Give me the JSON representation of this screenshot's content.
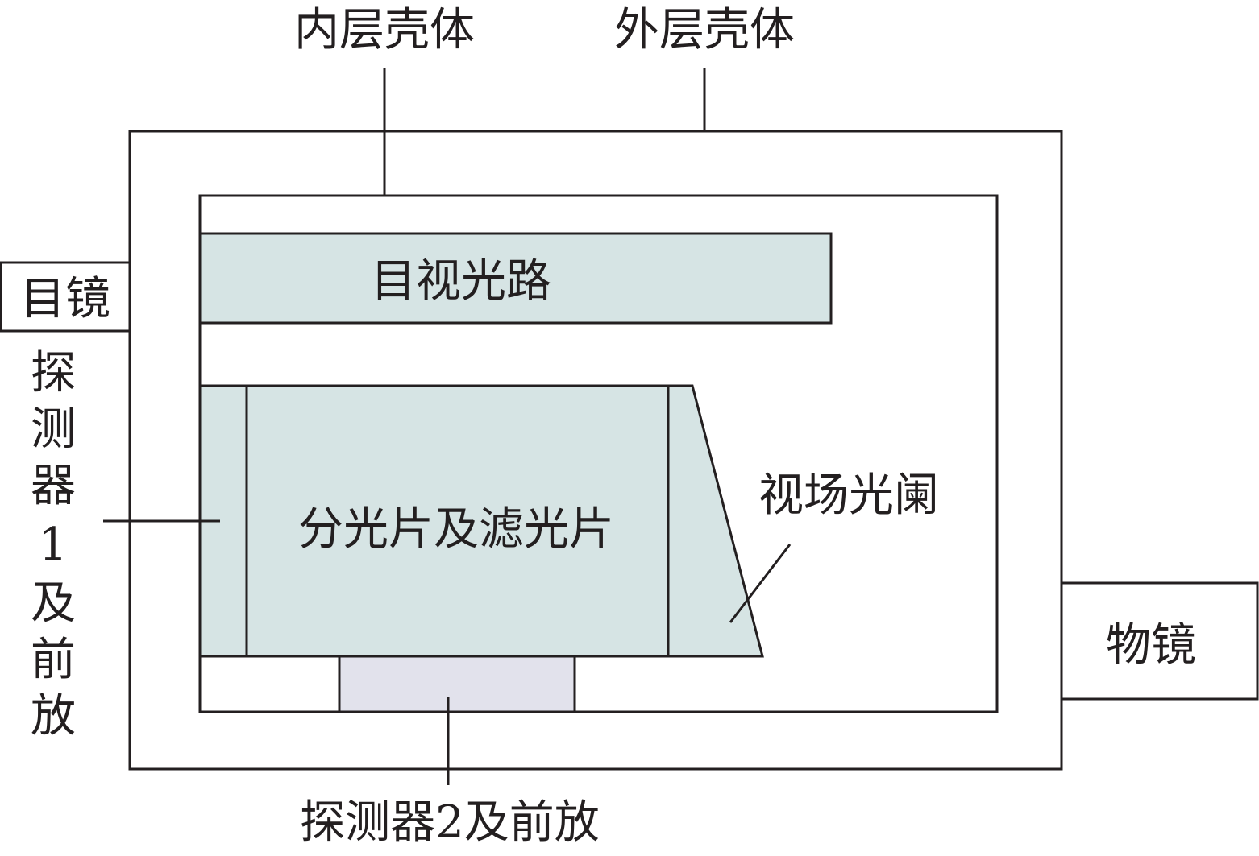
{
  "labels": {
    "inner_shell": "内层壳体",
    "outer_shell": "外层壳体",
    "eyepiece": "目镜",
    "visual_path": "目视光路",
    "detector1": [
      "探",
      "测",
      "器",
      "1",
      "及",
      "前",
      "放"
    ],
    "beam_splitter": "分光片及滤光片",
    "field_stop": "视场光阑",
    "objective": "物镜",
    "detector2": "探测器2及前放"
  },
  "colors": {
    "line": "#231f20",
    "optic_fill": "#d6e4e4",
    "detector2_fill": "#e2e2ec",
    "background": "#ffffff"
  }
}
